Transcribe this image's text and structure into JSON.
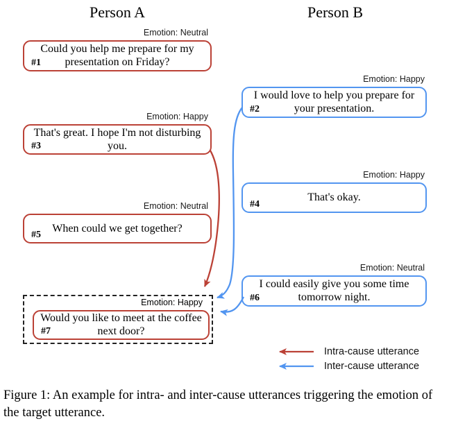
{
  "columns": {
    "person_a": "Person A",
    "person_b": "Person B"
  },
  "utterances": [
    {
      "id": "#1",
      "speaker": "Person A",
      "emotion": "Emotion: Neutral",
      "text": "Could you help me prepare for my presentation on Friday?"
    },
    {
      "id": "#2",
      "speaker": "Person B",
      "emotion": "Emotion: Happy",
      "text": "I would love to help you prepare for your presentation."
    },
    {
      "id": "#3",
      "speaker": "Person A",
      "emotion": "Emotion: Happy",
      "text": "That's great. I hope I'm not disturbing you."
    },
    {
      "id": "#4",
      "speaker": "Person B",
      "emotion": "Emotion: Happy",
      "text": "That's okay."
    },
    {
      "id": "#5",
      "speaker": "Person A",
      "emotion": "Emotion: Neutral",
      "text": "When could we get together?"
    },
    {
      "id": "#6",
      "speaker": "Person B",
      "emotion": "Emotion: Neutral",
      "text": "I could easily give you some time tomorrow night."
    },
    {
      "id": "#7",
      "speaker": "Person A",
      "emotion": "Emotion: Happy",
      "text": "Would you like to meet at the coffee next door?"
    }
  ],
  "legend": {
    "intra_label": "Intra-cause utterance",
    "inter_label": "Inter-cause utterance"
  },
  "caption": "Figure 1: An example for intra- and inter-cause utterances triggering the emotion of the target utterance.",
  "colors": {
    "intra": "#bb4136",
    "inter": "#5295f0"
  }
}
